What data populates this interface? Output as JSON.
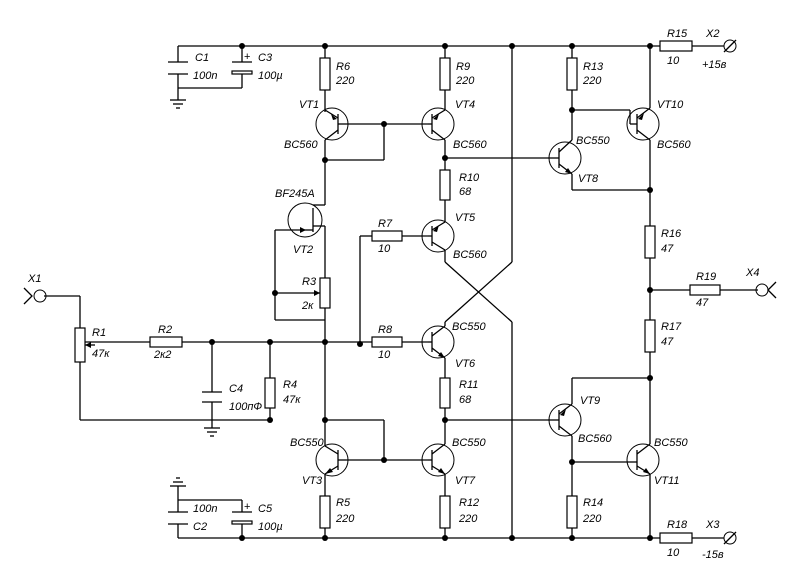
{
  "labels": {
    "c1": "C1",
    "c1v": "100n",
    "c3": "C3",
    "c3v": "100µ",
    "c2": "C2",
    "c2v": "100n",
    "c5": "C5",
    "c5v": "100µ",
    "r6": "R6",
    "r6v": "220",
    "r9": "R9",
    "r9v": "220",
    "r13": "R13",
    "r13v": "220",
    "r15": "R15",
    "r15v": "10",
    "x2": "X2",
    "x2v": "+15в",
    "vt1": "VT1",
    "vt1t": "BC560",
    "vt4": "VT4",
    "vt4t": "BC560",
    "vt10": "VT10",
    "vt10t": "BC560",
    "vt8": "VT8",
    "vt8t": "BC550",
    "r10": "R10",
    "r10v": "68",
    "bf": "BF245A",
    "vt2": "VT2",
    "r7": "R7",
    "r7v": "10",
    "vt5": "VT5",
    "vt5t": "BC560",
    "r16": "R16",
    "r16v": "47",
    "r3": "R3",
    "r3v": "2к",
    "x1": "X1",
    "r19": "R19",
    "r19v": "47",
    "x4": "X4",
    "r1": "R1",
    "r1v": "47к",
    "r2": "R2",
    "r2v": "2к2",
    "r8": "R8",
    "r8v": "10",
    "vt6": "VT6",
    "vt6t": "BC550",
    "r17": "R17",
    "r17v": "47",
    "c4": "C4",
    "c4v": "100пФ",
    "r4": "R4",
    "r4v": "47к",
    "r11": "R11",
    "r11v": "68",
    "vt9": "VT9",
    "vt9t": "BC560",
    "vt3": "VT3",
    "vt3t": "BC550",
    "vt7": "VT7",
    "vt7t": "BC550",
    "vt11": "VT11",
    "vt11t": "BC550",
    "r5": "R5",
    "r5v": "220",
    "r12": "R12",
    "r12v": "220",
    "r14": "R14",
    "r14v": "220",
    "r18": "R18",
    "r18v": "10",
    "x3": "X3",
    "x3v": "-15в"
  }
}
